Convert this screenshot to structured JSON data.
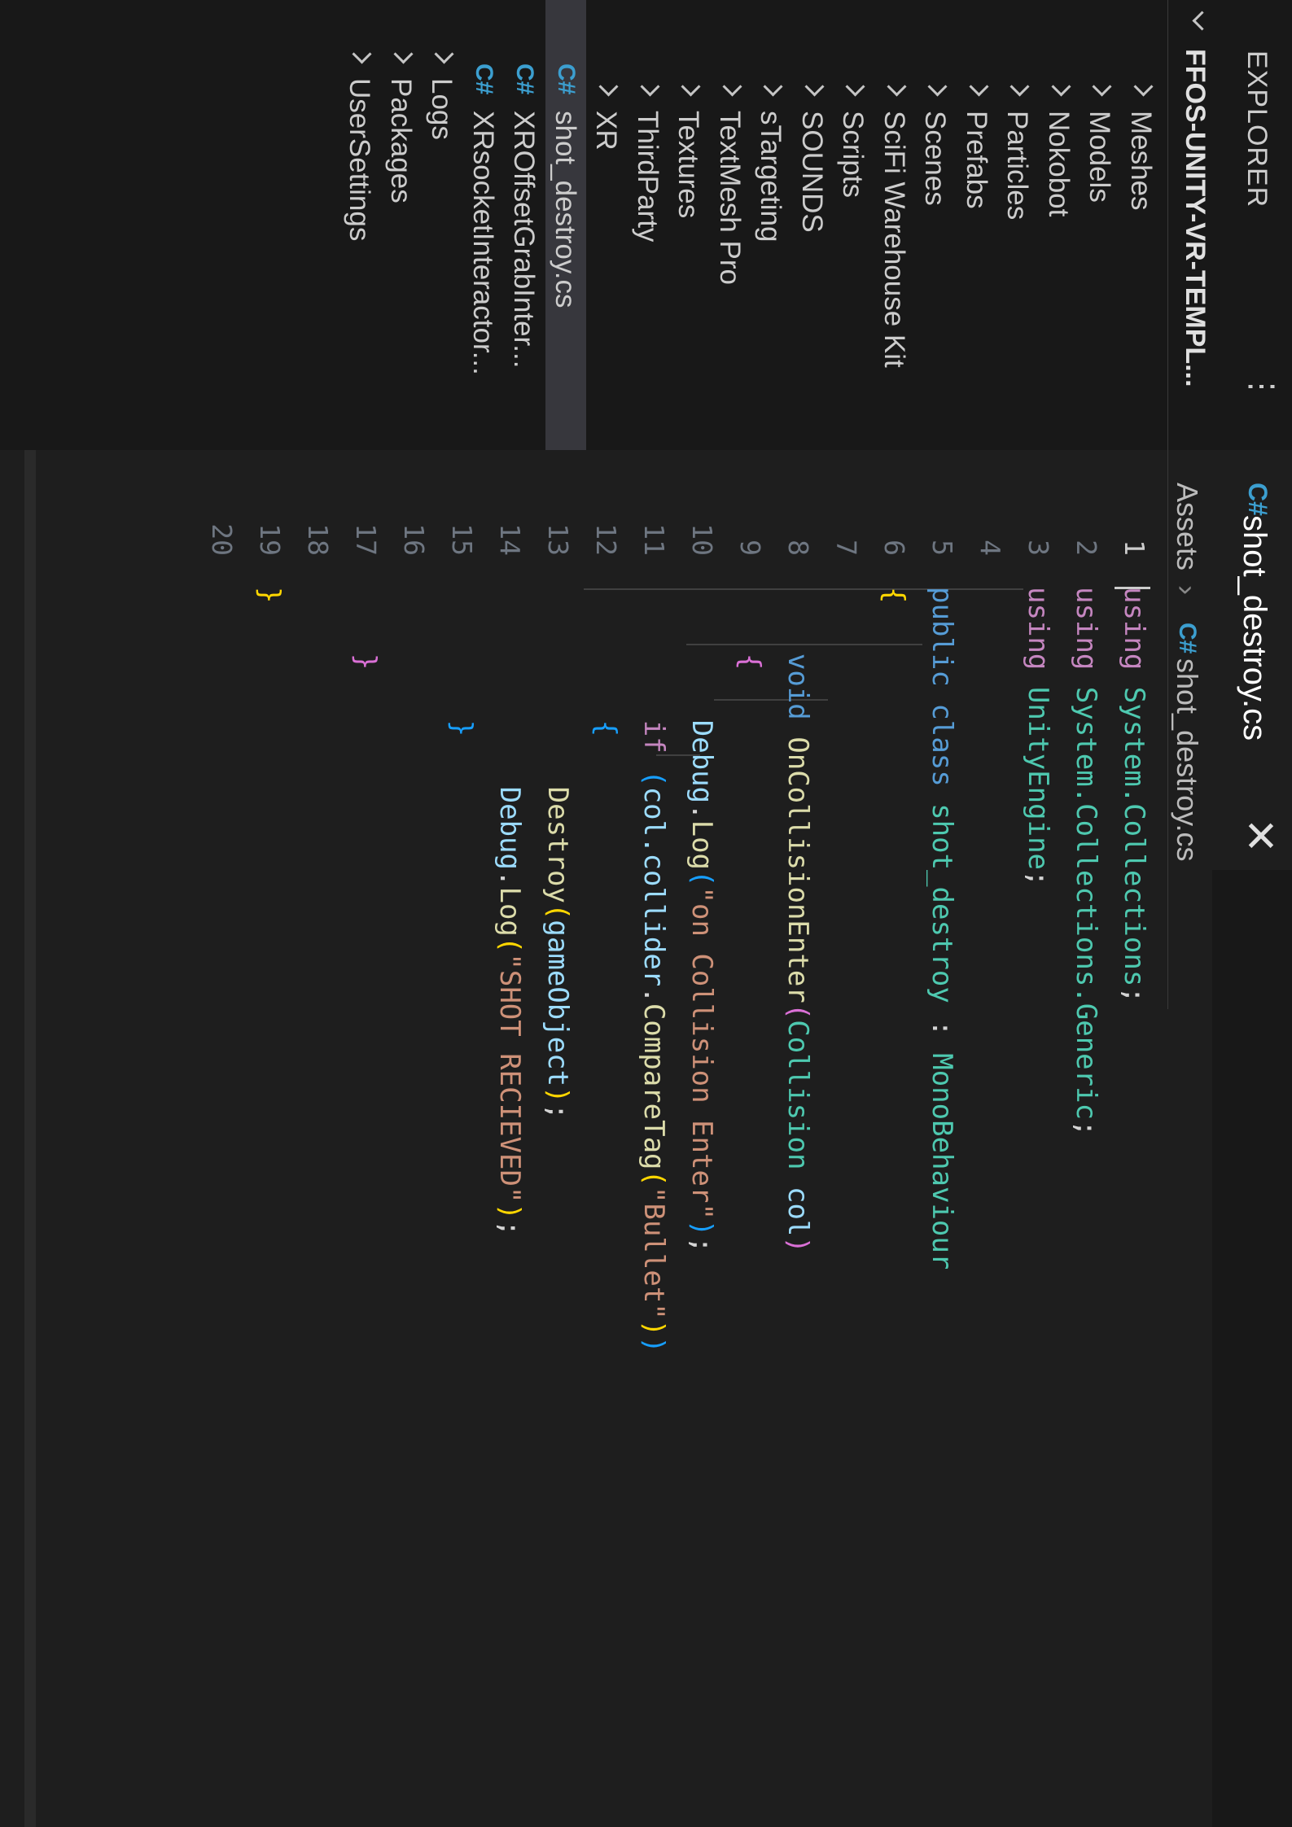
{
  "explorer": {
    "title": "EXPLORER",
    "more": "⋮",
    "workspace": "FFOS-UNITY-VR-TEMPL...",
    "items": [
      {
        "label": "Meshes",
        "kind": "folder"
      },
      {
        "label": "Models",
        "kind": "folder"
      },
      {
        "label": "Nokobot",
        "kind": "folder"
      },
      {
        "label": "Particles",
        "kind": "folder"
      },
      {
        "label": "Prefabs",
        "kind": "folder"
      },
      {
        "label": "Scenes",
        "kind": "folder"
      },
      {
        "label": "SciFi Warehouse Kit",
        "kind": "folder"
      },
      {
        "label": "Scripts",
        "kind": "folder"
      },
      {
        "label": "SOUNDS",
        "kind": "folder"
      },
      {
        "label": "sTargeting",
        "kind": "folder"
      },
      {
        "label": "TextMesh Pro",
        "kind": "folder"
      },
      {
        "label": "Textures",
        "kind": "folder"
      },
      {
        "label": "ThirdParty",
        "kind": "folder"
      },
      {
        "label": "XR",
        "kind": "folder"
      },
      {
        "label": "shot_destroy.cs",
        "kind": "file",
        "selected": true
      },
      {
        "label": "XROffsetGrabInter...",
        "kind": "file"
      },
      {
        "label": "XRsocketInteractor...",
        "kind": "file"
      },
      {
        "label": "Logs",
        "kind": "folder",
        "top": true
      },
      {
        "label": "Packages",
        "kind": "folder",
        "top": true
      },
      {
        "label": "UserSettings",
        "kind": "folder",
        "top": true
      }
    ],
    "file_icon": "C#"
  },
  "editor": {
    "tab": {
      "icon": "C#",
      "label": "shot_destroy.cs",
      "close": "✕"
    },
    "breadcrumb": {
      "folder": "Assets",
      "sep": "›",
      "icon": "C#",
      "file": "shot_destroy.cs"
    },
    "line_numbers": [
      "1",
      "2",
      "3",
      "4",
      "5",
      "6",
      "7",
      "8",
      "9",
      "10",
      "11",
      "12",
      "13",
      "14",
      "15",
      "16",
      "17",
      "18",
      "19",
      "20"
    ],
    "code": {
      "l1_kw": "using",
      "l1_ns": "System.Collections",
      "l1_end": ";",
      "l2_kw": "using",
      "l2_ns": "System.Collections.Generic",
      "l2_end": ";",
      "l3_kw": "using",
      "l3_ns": "UnityEngine",
      "l3_end": ";",
      "l5_public": "public",
      "l5_class": "class",
      "l5_name": "shot_destroy",
      "l5_colon": " : ",
      "l5_base": "MonoBehaviour",
      "l6_brace": "{",
      "l8_void": "void",
      "l8_fn": "OnCollisionEnter",
      "l8_open": "(",
      "l8_type": "Collision",
      "l8_param": "col",
      "l8_close": ")",
      "l9_brace": "{",
      "l10_obj": "Debug",
      "l10_dot": ".",
      "l10_fn": "Log",
      "l10_open": "(",
      "l10_str": "\"on Collision Enter\"",
      "l10_close": ")",
      "l10_end": ";",
      "l11_if": "if",
      "l11_open": "(",
      "l11_var": "col.collider",
      "l11_dot": ".",
      "l11_fn": "CompareTag",
      "l11_open2": "(",
      "l11_str": "\"Bullet\"",
      "l11_close2": ")",
      "l11_close": ")",
      "l12_brace": "{",
      "l13_fn": "Destroy",
      "l13_open": "(",
      "l13_var": "gameObject",
      "l13_close": ")",
      "l13_end": ";",
      "l14_obj": "Debug",
      "l14_dot": ".",
      "l14_fn": "Log",
      "l14_open": "(",
      "l14_str": "\"SHOT RECIEVED\"",
      "l14_close": ")",
      "l14_end": ";",
      "l15_brace": "}",
      "l17_brace": "}",
      "l19_brace": "}"
    }
  }
}
